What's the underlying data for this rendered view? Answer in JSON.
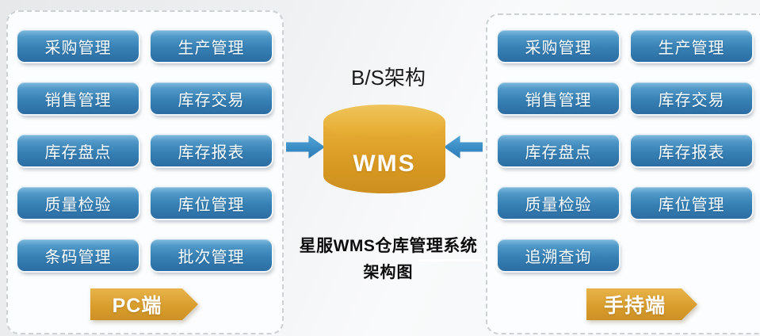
{
  "title": {
    "line1": "星服WMS仓库管理系统",
    "line2": "架构图"
  },
  "center": {
    "architecture_label": "B/S架构",
    "database_label": "WMS"
  },
  "left_panel": {
    "banner": "PC端",
    "modules": [
      "采购管理",
      "生产管理",
      "销售管理",
      "库存交易",
      "库存盘点",
      "库存报表",
      "质量检验",
      "库位管理",
      "条码管理",
      "批次管理"
    ]
  },
  "right_panel": {
    "banner": "手持端",
    "modules": [
      "采购管理",
      "生产管理",
      "销售管理",
      "库存交易",
      "库存盘点",
      "库存报表",
      "质量检验",
      "库位管理",
      "追溯查询"
    ]
  },
  "colors": {
    "module_block_top": "#7fbadd",
    "module_block_bottom": "#2c6da3",
    "banner_gold_top": "#e7b34a",
    "banner_gold_bottom": "#cc9026",
    "cylinder_gold_top": "#efc45b",
    "cylinder_gold_bottom": "#cd8f20",
    "arrow_blue": "#3a8cc4",
    "panel_border": "#ccd1d6",
    "background": "#eef0f2",
    "text_dark": "#0d0d0d",
    "text_white": "#ffffff"
  }
}
